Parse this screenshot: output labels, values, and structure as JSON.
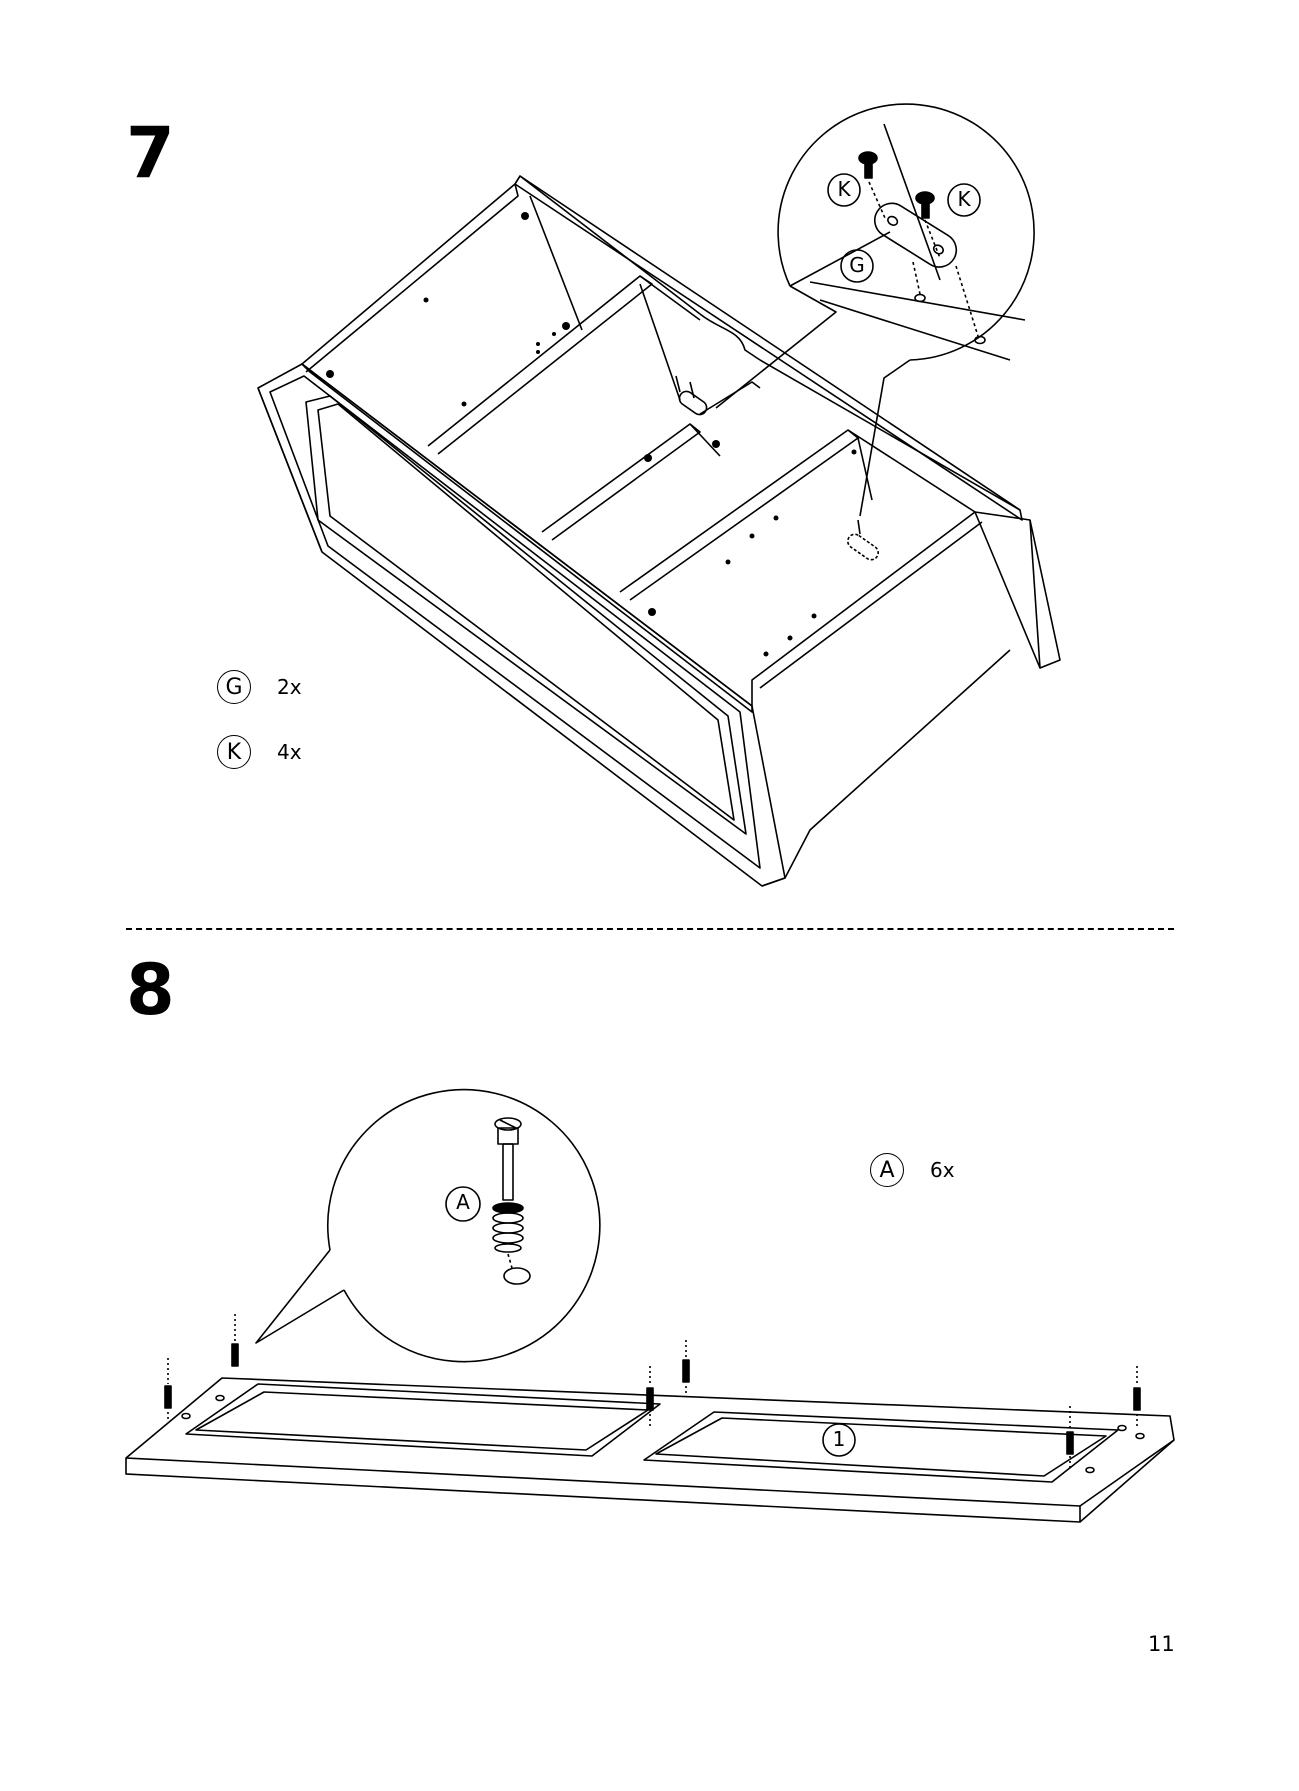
{
  "steps": [
    {
      "number": "7",
      "parts": [
        {
          "label": "G",
          "qty": "2x"
        },
        {
          "label": "K",
          "qty": "4x"
        }
      ],
      "callout_labels": [
        "K",
        "K",
        "G"
      ]
    },
    {
      "number": "8",
      "parts": [
        {
          "label": "A",
          "qty": "6x"
        }
      ],
      "callout_labels": [
        "A"
      ],
      "panel_label": "1"
    }
  ],
  "page_number": "11"
}
